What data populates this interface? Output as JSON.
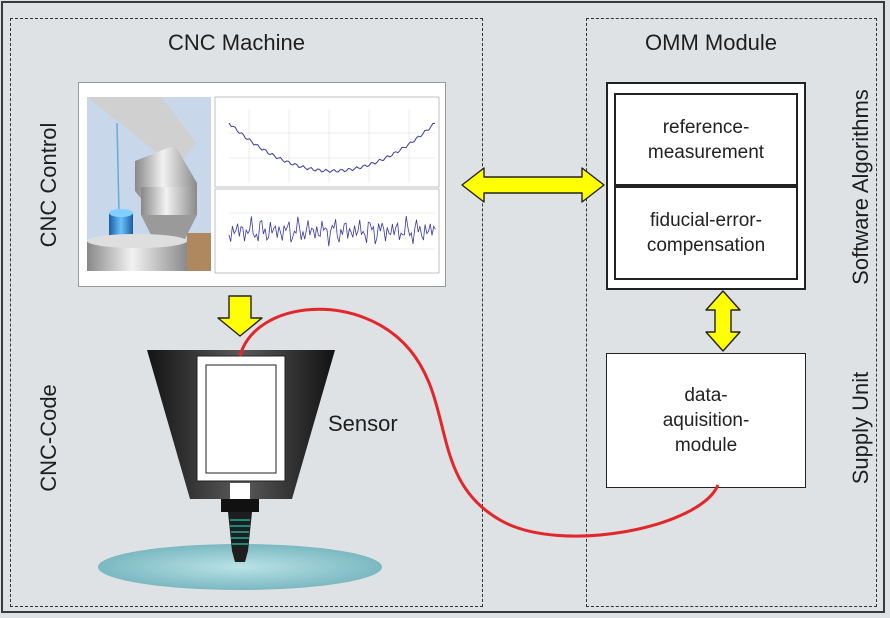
{
  "cnc_machine": {
    "title": "CNC Machine",
    "side_top": "CNC Control",
    "side_bottom": "CNC-Code",
    "sensor_label": "Sensor"
  },
  "omm_module": {
    "title": "OMM Module",
    "side_top": "Software Algorithms",
    "side_bottom": "Supply Unit",
    "boxes": {
      "reference": "reference-\nmeasurement",
      "fiducial": "fiducial-error-\ncompensation",
      "data": "data-\naquisition-\nmodule"
    }
  },
  "colors": {
    "arrow_fill": "#ffff00",
    "cable": "#e3262a",
    "background": "#dfe2e4"
  }
}
